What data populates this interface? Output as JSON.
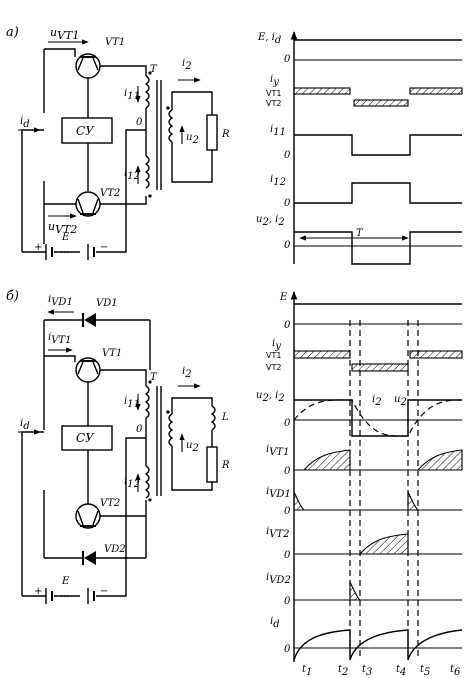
{
  "panel_a": {
    "label": "а)",
    "circuit": {
      "transistor_top": "VT1",
      "transistor_bottom": "VT2",
      "control_block": "СУ",
      "u_top": "u",
      "u_top_sub": "VT1",
      "u_bottom": "u",
      "u_bottom_sub": "VT2",
      "i_d": "i",
      "i_d_sub": "d",
      "i_11": "i",
      "i_11_sub": "11",
      "i_12": "i",
      "i_12_sub": "12",
      "node_0": "0",
      "T": "T",
      "i_2": "i",
      "i_2_sub": "2",
      "u_2": "u",
      "u_2_sub": "2",
      "R": "R",
      "E": "E",
      "plus": "+",
      "minus": "−",
      "dots": "···"
    },
    "waveforms": {
      "E_id": "E, i",
      "E_id_sub": "d",
      "iy": "i",
      "iy_sub": "y",
      "vt1": "VT1",
      "vt2": "VT2",
      "i11": "i",
      "i11_sub": "11",
      "i12": "i",
      "i12_sub": "12",
      "u2i2": "u",
      "u2i2_mid": "2",
      "u2i2_tail": ", i",
      "u2i2_sub2": "2",
      "period": "T",
      "zero": "0"
    }
  },
  "panel_b": {
    "label": "б)",
    "circuit": {
      "i_vd1": "i",
      "i_vd1_sub": "VD1",
      "vd1": "VD1",
      "i_vt1": "i",
      "i_vt1_sub": "VT1",
      "transistor_top": "VT1",
      "transistor_bottom": "VT2",
      "control_block": "СУ",
      "vd2": "VD2",
      "i_d": "i",
      "i_d_sub": "d",
      "i_11": "i",
      "i_11_sub": "11",
      "i_12": "i",
      "i_12_sub": "12",
      "node_0": "0",
      "T": "T",
      "i_2": "i",
      "i_2_sub": "2",
      "u_2": "u",
      "u_2_sub": "2",
      "L": "L",
      "R": "R",
      "E": "E",
      "plus": "+",
      "minus": "−",
      "dots": "···"
    },
    "waveforms": {
      "E": "E",
      "iy": "i",
      "iy_sub": "y",
      "vt1": "VT1",
      "vt2": "VT2",
      "u2i2": "u",
      "u2i2_mid": "2",
      "u2i2_tail": ", i",
      "u2i2_sub2": "2",
      "i2_curve": "i",
      "i2_curve_sub": "2",
      "u2_curve": "u",
      "u2_curve_sub": "2",
      "ivt1": "i",
      "ivt1_sub": "VT1",
      "ivd1": "i",
      "ivd1_sub": "VD1",
      "ivt2": "i",
      "ivt2_sub": "VT2",
      "ivd2": "i",
      "ivd2_sub": "VD2",
      "id": "i",
      "id_sub": "d",
      "zero": "0",
      "t1": "t",
      "t1_sub": "1",
      "t2": "t",
      "t2_sub": "2",
      "t3": "t",
      "t3_sub": "3",
      "t4": "t",
      "t4_sub": "4",
      "t5": "t",
      "t5_sub": "5",
      "t6": "t",
      "t6_sub": "6"
    }
  }
}
